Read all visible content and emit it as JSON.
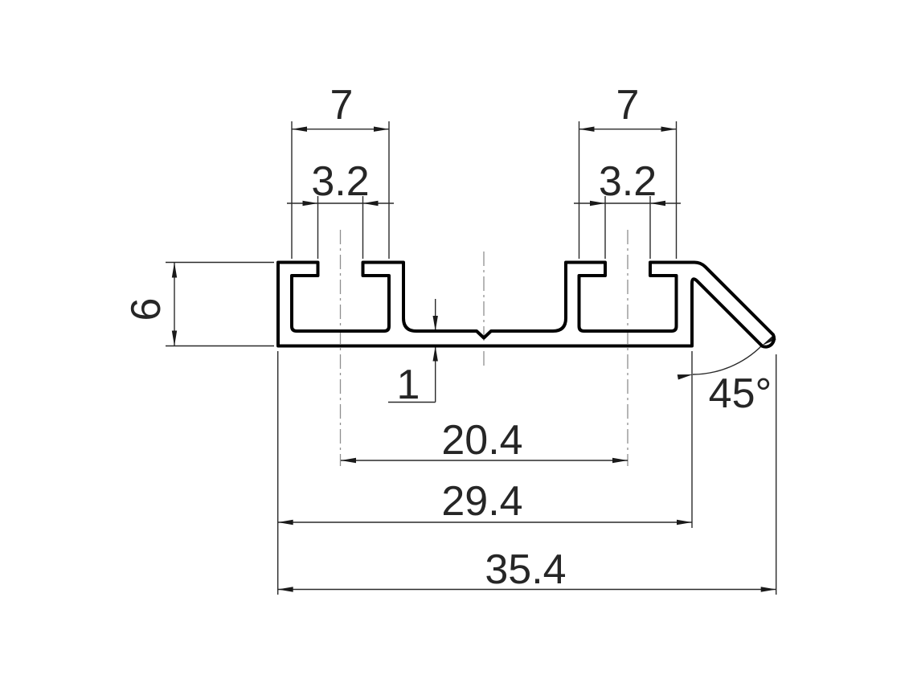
{
  "drawing": {
    "type": "extrusion-profile-cross-section",
    "background": "#ffffff",
    "outline_color": "#000000",
    "dim_color": "#262626",
    "centerline_color": "#8f8f8f",
    "dims": {
      "slot_left_width": "7",
      "slot_left_opening": "3.2",
      "slot_right_width": "7",
      "slot_right_opening": "3.2",
      "profile_height": "6",
      "base_thickness": "1",
      "slot_center_distance": "20.4",
      "body_width": "29.4",
      "overall_width": "35.4",
      "flange_angle": "45°"
    }
  }
}
